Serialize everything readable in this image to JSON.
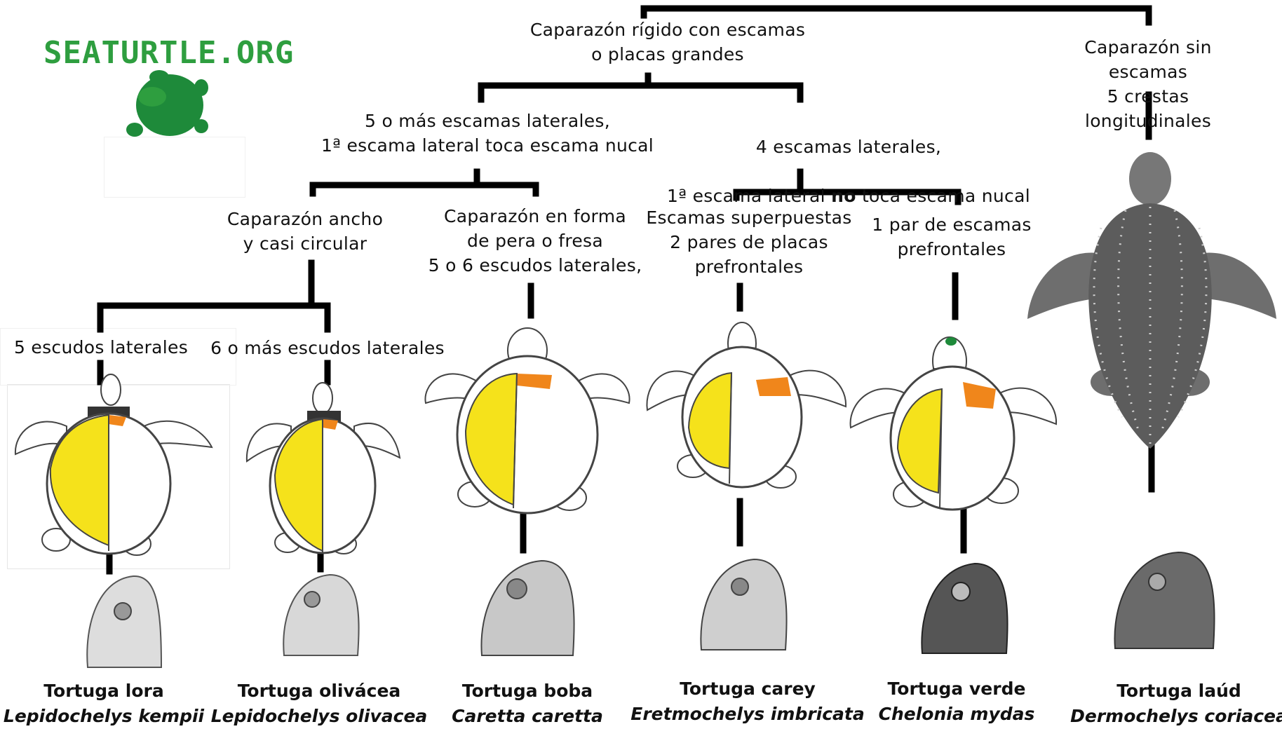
{
  "logo": {
    "text": "SEATURTLE.ORG",
    "color": "#2e9e3f"
  },
  "colors": {
    "line": "#000000",
    "lateral_scutes": "#f5e21b",
    "prefrontal_scute": "#f0861b",
    "green_scale": "#1e8a3a",
    "carapace_outline": "#444444"
  },
  "nodes": {
    "root_left": "Caparazón rígido con escamas\no placas grandes",
    "root_right": "Caparazón sin escamas\n5 crestas longitudinales",
    "five_or_more": "5 o más escamas laterales,\n1ª escama lateral toca escama nucal",
    "four_lateral_a": "4 escamas laterales,",
    "four_lateral_b_pre": "1ª escama lateral ",
    "four_lateral_b_bold": "no",
    "four_lateral_b_post": " toca escama nucal",
    "wide_circular": "Caparazón ancho\ny casi circular",
    "pear_shape": "Caparazón en forma\nde pera o fresa\n5 o 6 escudos laterales,",
    "overlapping": "Escamas superpuestas\n2 pares de placas\nprefrontales",
    "one_pair": "1 par de escamas\nprefrontales",
    "five_scutes": "5 escudos laterales",
    "six_scutes": "6 o más escudos laterales"
  },
  "species": [
    {
      "common": "Tortuga lora",
      "scientific": "Lepidochelys kempii"
    },
    {
      "common": "Tortuga olivácea",
      "scientific": "Lepidochelys olivacea"
    },
    {
      "common": "Tortuga boba",
      "scientific": "Caretta caretta"
    },
    {
      "common": "Tortuga carey",
      "scientific": "Eretmochelys imbricata"
    },
    {
      "common": "Tortuga verde",
      "scientific": "Chelonia mydas"
    },
    {
      "common": "Tortuga laúd",
      "scientific": "Dermochelys coriacea"
    }
  ]
}
